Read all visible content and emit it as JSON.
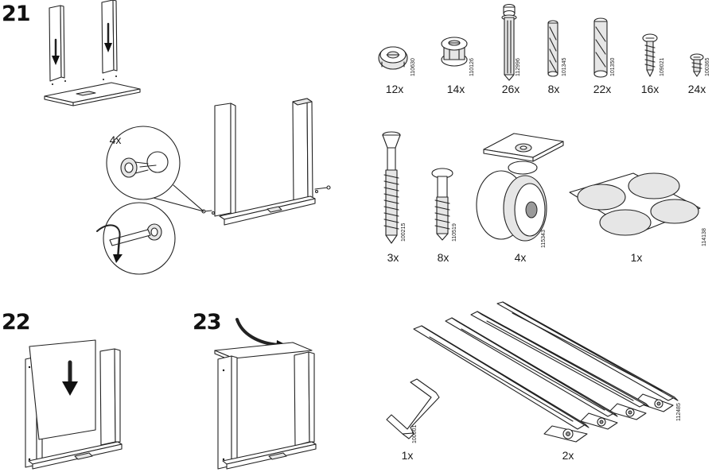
{
  "steps": {
    "s21": "21",
    "s22": "22",
    "s23": "23"
  },
  "detail_qty": "4x",
  "hardware": [
    {
      "name": "cam-lock",
      "qty": "12x",
      "art": "110630"
    },
    {
      "name": "cam-lock-large",
      "qty": "14x",
      "art": "110126"
    },
    {
      "name": "cam-bolt",
      "qty": "26x",
      "art": "112996"
    },
    {
      "name": "wood-dowel-small",
      "qty": "8x",
      "art": "101345"
    },
    {
      "name": "wood-dowel-large",
      "qty": "22x",
      "art": "101350"
    },
    {
      "name": "screw-medium",
      "qty": "16x",
      "art": "109021"
    },
    {
      "name": "screw-small",
      "qty": "24x",
      "art": "100365"
    },
    {
      "name": "long-screw",
      "qty": "3x",
      "art": "100215"
    },
    {
      "name": "connector-bolt",
      "qty": "8x",
      "art": "110519"
    },
    {
      "name": "castor-wheel",
      "qty": "4x",
      "art": "115343"
    },
    {
      "name": "felt-pads",
      "qty": "1x",
      "art": "114138"
    },
    {
      "name": "allen-key",
      "qty": "1x",
      "art": "100001"
    },
    {
      "name": "drawer-runners",
      "qty": "2x",
      "art": "112485"
    }
  ]
}
